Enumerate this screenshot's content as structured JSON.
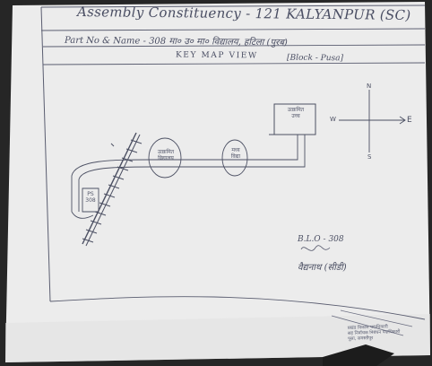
{
  "header": {
    "constituency": "Assembly Constituency - 121 KALYANPUR (SC)",
    "part_label": "Part No & Name - ",
    "part_value": "308  मा० उ० मा० विद्यालय, हटिला (पुरब)",
    "view_title": "KEY MAP VIEW",
    "block": "[Block - Pusa]"
  },
  "map": {
    "labels": {
      "school": "उत्क्रमित\nउच्च",
      "mid1": "उत्क्रमित\nविद्यालय",
      "mid2": "मध्य\nविद्या",
      "poll": "PS\n308"
    },
    "compass": {
      "n": "N",
      "s": "S",
      "e": "E",
      "w": "W"
    }
  },
  "signature": {
    "officer": "B.L.O - 308",
    "name": "वैद्यनाथ (सीडी)"
  },
  "stamp": {
    "line1": "प्रखंड विकास पदाधिकारी",
    "line2": "सह निर्वाचक निबंधन पदाधिकारी",
    "line3": "पूसा, समस्तीपुर"
  },
  "colors": {
    "ink": "#4a4e63",
    "paper": "#eeeeee",
    "background": "#262626"
  }
}
